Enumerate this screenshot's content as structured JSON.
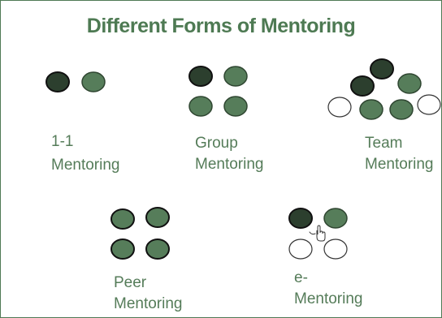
{
  "title": "Different Forms of Mentoring",
  "colors": {
    "dark": "#2c3f2e",
    "mid": "#567d5a",
    "empty": "#ffffff",
    "text": "#557c59",
    "title": "#4e7a53"
  },
  "forms": [
    {
      "line1": "1-1",
      "line2": "Mentoring"
    },
    {
      "line1": "Group",
      "line2": "Mentoring"
    },
    {
      "line1": "Team",
      "line2": "Mentoring"
    },
    {
      "line1": "Peer",
      "line2": "Mentoring"
    },
    {
      "line1": "e-",
      "line2": "Mentoring"
    }
  ],
  "icons": {
    "cursor": "hand-pointer-icon"
  }
}
